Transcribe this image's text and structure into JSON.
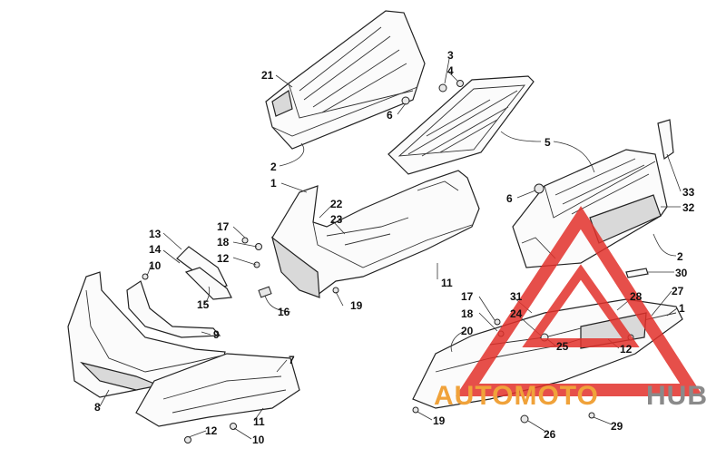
{
  "callouts": [
    {
      "id": "c21",
      "text": "21"
    },
    {
      "id": "c3",
      "text": "3"
    },
    {
      "id": "c4",
      "text": "4"
    },
    {
      "id": "c6a",
      "text": "6"
    },
    {
      "id": "c2a",
      "text": "2"
    },
    {
      "id": "c5",
      "text": "5"
    },
    {
      "id": "c1a",
      "text": "1"
    },
    {
      "id": "c22",
      "text": "22"
    },
    {
      "id": "c23",
      "text": "23"
    },
    {
      "id": "c6b",
      "text": "6"
    },
    {
      "id": "c33",
      "text": "33"
    },
    {
      "id": "c32",
      "text": "32"
    },
    {
      "id": "c2b",
      "text": "2"
    },
    {
      "id": "c13",
      "text": "13"
    },
    {
      "id": "c14",
      "text": "14"
    },
    {
      "id": "c10a",
      "text": "10"
    },
    {
      "id": "c15",
      "text": "15"
    },
    {
      "id": "c17a",
      "text": "17"
    },
    {
      "id": "c18a",
      "text": "18"
    },
    {
      "id": "c12a",
      "text": "12"
    },
    {
      "id": "c16",
      "text": "16"
    },
    {
      "id": "c19a",
      "text": "19"
    },
    {
      "id": "c11a",
      "text": "11"
    },
    {
      "id": "c30",
      "text": "30"
    },
    {
      "id": "c9",
      "text": "9"
    },
    {
      "id": "c17b",
      "text": "17"
    },
    {
      "id": "c31",
      "text": "31"
    },
    {
      "id": "c28",
      "text": "28"
    },
    {
      "id": "c27",
      "text": "27"
    },
    {
      "id": "c18b",
      "text": "18"
    },
    {
      "id": "c24",
      "text": "24"
    },
    {
      "id": "c1b",
      "text": "1"
    },
    {
      "id": "c20",
      "text": "20"
    },
    {
      "id": "c25",
      "text": "25"
    },
    {
      "id": "c12b",
      "text": "12"
    },
    {
      "id": "c7",
      "text": "7"
    },
    {
      "id": "c8",
      "text": "8"
    },
    {
      "id": "c11b",
      "text": "11"
    },
    {
      "id": "c12c",
      "text": "12"
    },
    {
      "id": "c10b",
      "text": "10"
    },
    {
      "id": "c19b",
      "text": "19"
    },
    {
      "id": "c26",
      "text": "26"
    },
    {
      "id": "c29",
      "text": "29"
    }
  ],
  "watermark": {
    "brand_part1": "AUTOMOTO",
    "brand_part2": "HUB",
    "color_red": "#e2302a",
    "color_orange": "#f0a23a",
    "color_gray": "#8a8a8a"
  }
}
